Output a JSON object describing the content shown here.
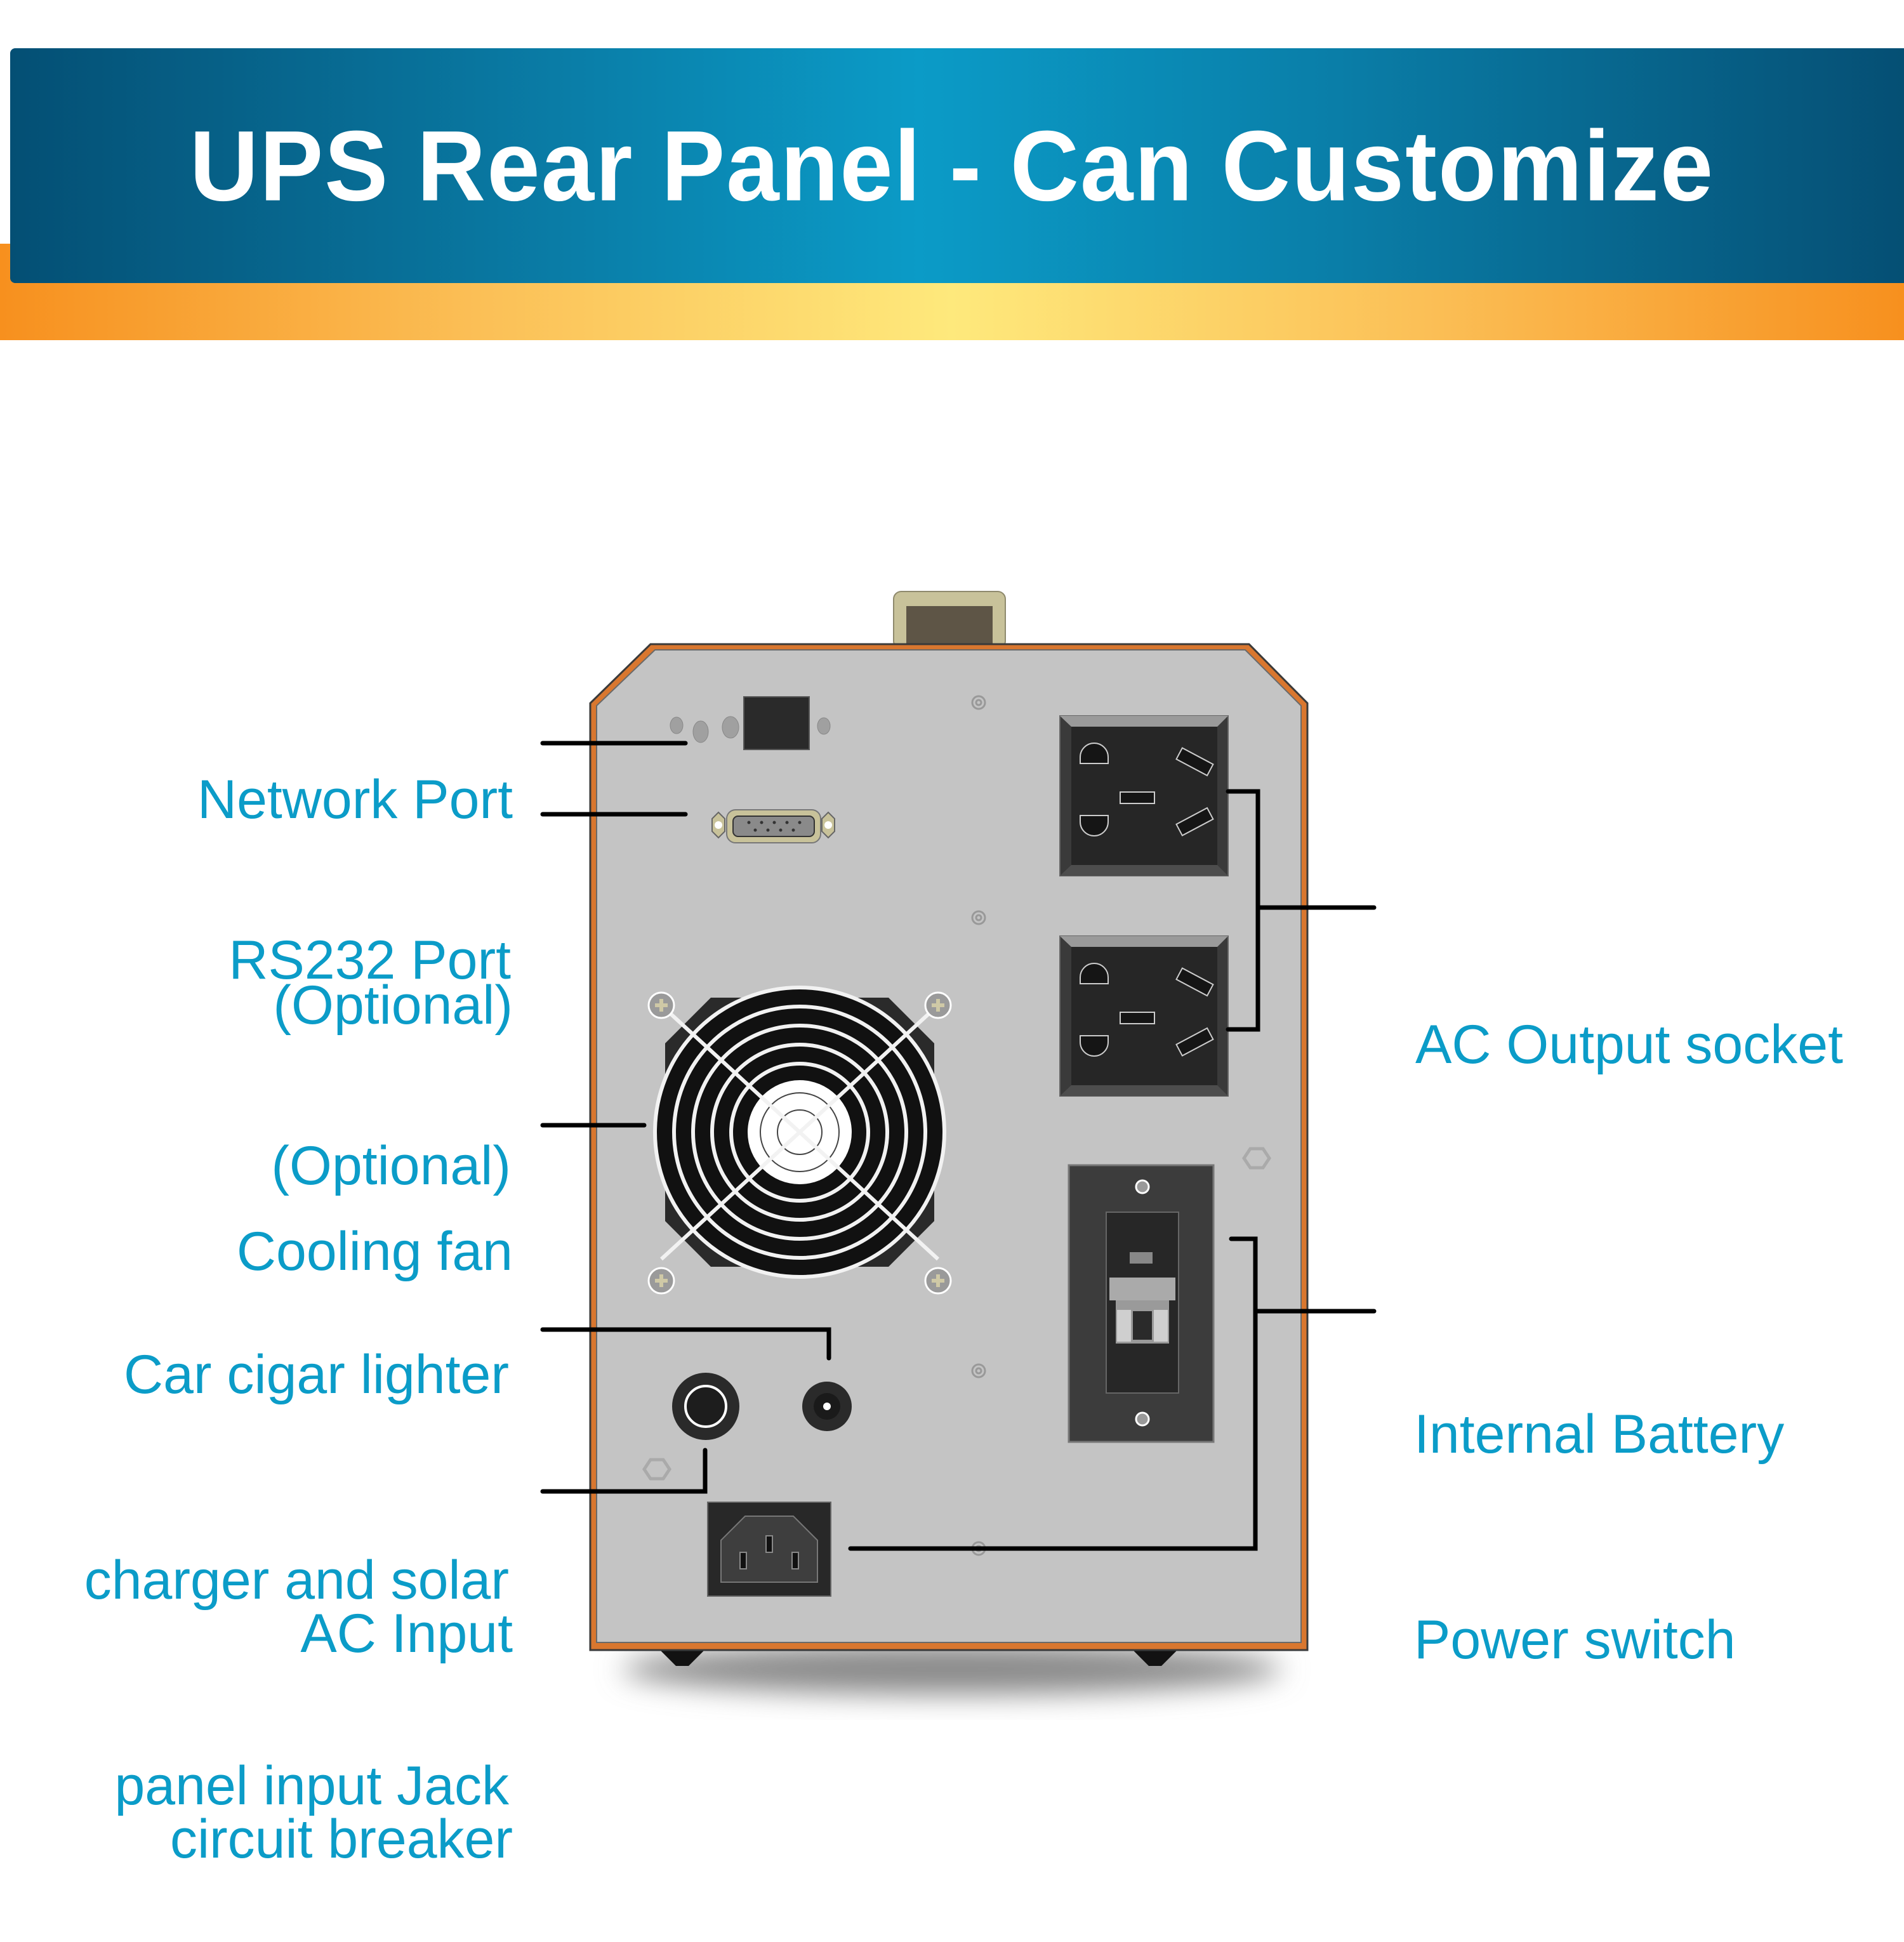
{
  "banner": {
    "title": "UPS Rear Panel - Can Customize",
    "colors": {
      "blue_dark": "#044f74",
      "blue_light": "#0b9bc7",
      "orange": "#f7901e",
      "yellow": "#fee97c"
    }
  },
  "colors": {
    "label_text": "#0b9cc8",
    "panel": "#c4c4c4",
    "trim": "#d9772f",
    "leader_line": "#000000"
  },
  "labels": {
    "network_port": {
      "line1": "Network Port",
      "line2": "(Optional)"
    },
    "rs232_port": {
      "line1": "RS232 Port",
      "line2": "(Optional)"
    },
    "cooling_fan": {
      "line1": "Cooling fan"
    },
    "car_charger": {
      "line1": "Car cigar lighter",
      "line2": "charger and solar",
      "line3": "panel input Jack"
    },
    "ac_input": {
      "line1": "AC Input",
      "line2": "circuit breaker"
    },
    "ac_output": {
      "line1": "AC Output socket"
    },
    "battery_switch": {
      "line1": "Internal Battery",
      "line2": "Power switch"
    }
  },
  "components": [
    "handle-icon",
    "network-port-icon",
    "status-led-icon",
    "rs232-port-icon",
    "ac-outlet-icon",
    "ac-outlet-icon",
    "cooling-fan-icon",
    "battery-switch-icon",
    "circuit-breaker-icon",
    "dc-jack-icon",
    "iec-inlet-icon",
    "ground-nut-icon"
  ]
}
